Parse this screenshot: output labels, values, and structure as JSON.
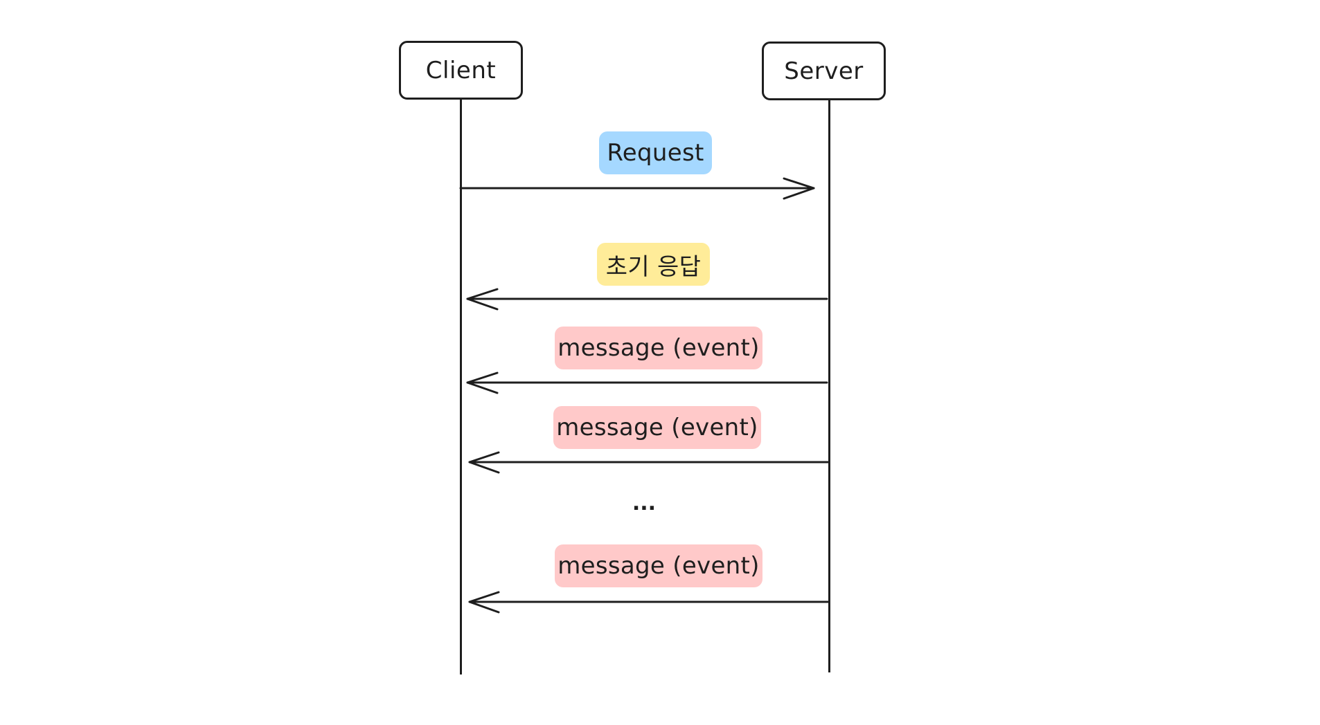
{
  "participants": {
    "client": "Client",
    "server": "Server"
  },
  "messages": [
    {
      "label": "Request",
      "direction": "client-to-server",
      "color": "#a5d8ff"
    },
    {
      "label": "초기 응답",
      "direction": "server-to-client",
      "color": "#ffec99"
    },
    {
      "label": "message (event)",
      "direction": "server-to-client",
      "color": "#ffc9c9"
    },
    {
      "label": "message (event)",
      "direction": "server-to-client",
      "color": "#ffc9c9"
    },
    {
      "label": "message (event)",
      "direction": "server-to-client",
      "color": "#ffc9c9"
    }
  ],
  "ellipsis": "...",
  "colors": {
    "stroke": "#1e1e1e",
    "request": "#a5d8ff",
    "initial_response": "#ffec99",
    "event": "#ffc9c9"
  }
}
